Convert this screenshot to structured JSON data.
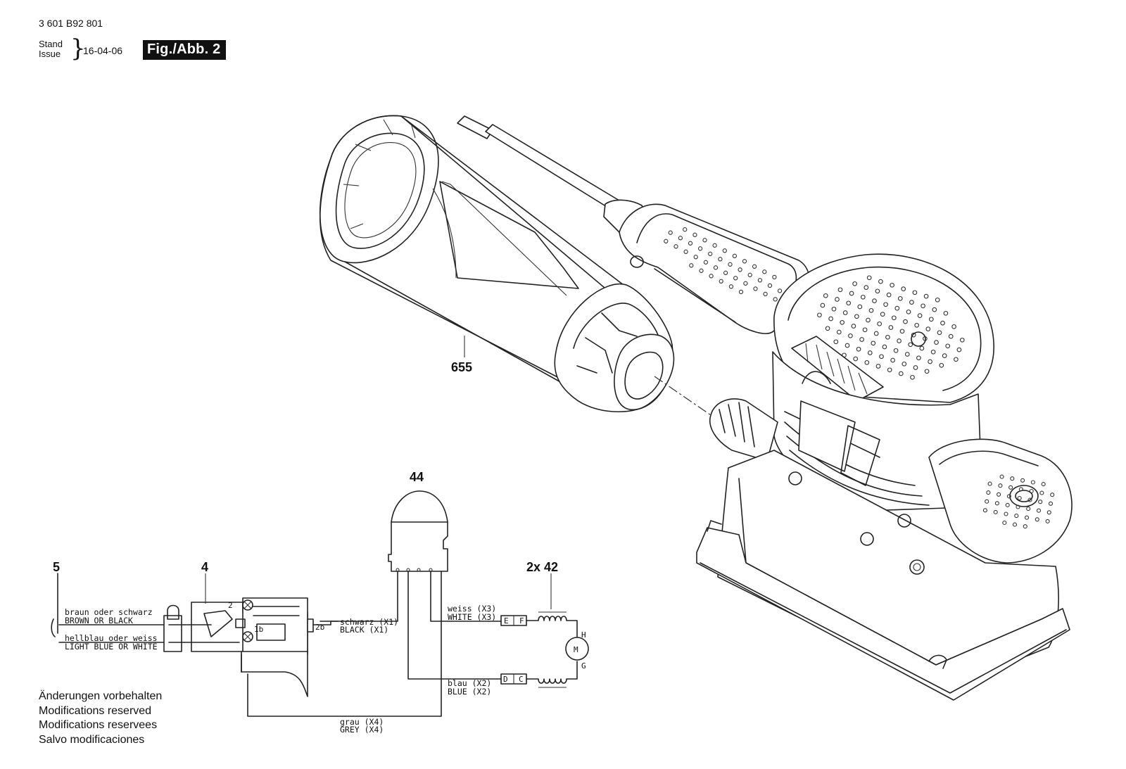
{
  "header": {
    "part_number": "3 601 B92 801",
    "stand_label": "Stand",
    "issue_label": "Issue",
    "date": "16-04-06",
    "figure": "Fig./Abb. 2"
  },
  "parts": {
    "p655": "655",
    "p44": "44",
    "p5": "5",
    "p4": "4",
    "p42": "2x 42"
  },
  "terminals": {
    "t2": "2",
    "t1b": "1b",
    "t2b": "2b",
    "e": "E",
    "f": "F",
    "d": "D",
    "c": "C",
    "h": "H",
    "g": "G",
    "m": "M"
  },
  "wires": {
    "brown_de": "braun oder schwarz",
    "brown_en": "BROWN OR BLACK",
    "blue_de": "hellblau oder weiss",
    "blue_en": "LIGHT BLUE OR WHITE",
    "x1_de": "schwarz (X1)",
    "x1_en": "BLACK (X1)",
    "x3_de": "weiss (X3)",
    "x3_en": "WHITE (X3)",
    "x2_de": "blau (X2)",
    "x2_en": "BLUE (X2)",
    "x4_de": "grau (X4)",
    "x4_en": "GREY (X4)"
  },
  "notes": [
    "Änderungen vorbehalten",
    "Modifications reserved",
    "Modifications reservees",
    "Salvo modificaciones"
  ]
}
